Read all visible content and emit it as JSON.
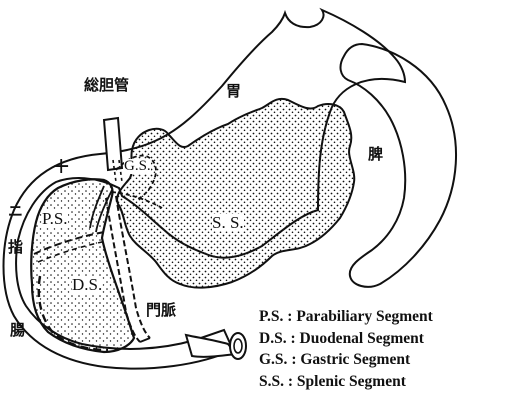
{
  "organ_labels": {
    "common_bile_duct": "総胆管",
    "stomach": "胃",
    "spleen": "脾",
    "portal_vein": "門脈",
    "plus_sign": "+",
    "duodenum": [
      "ニ",
      "指",
      "腸"
    ]
  },
  "segment_labels": {
    "ps": "P.S.",
    "ds": "D.S.",
    "gs": "G.S.",
    "ss": "S. S."
  },
  "legend": [
    {
      "abbr": "P.S.",
      "sep": " : ",
      "name": "Parabiliary Segment"
    },
    {
      "abbr": "D.S.",
      "sep": " : ",
      "name": "Duodenal Segment"
    },
    {
      "abbr": "G.S.",
      "sep": " : ",
      "name": "Gastric Segment"
    },
    {
      "abbr": "S.S.",
      "sep": " : ",
      "name": "Splenic Segment"
    }
  ],
  "colors": {
    "ink": "#111111",
    "paper": "#ffffff"
  }
}
